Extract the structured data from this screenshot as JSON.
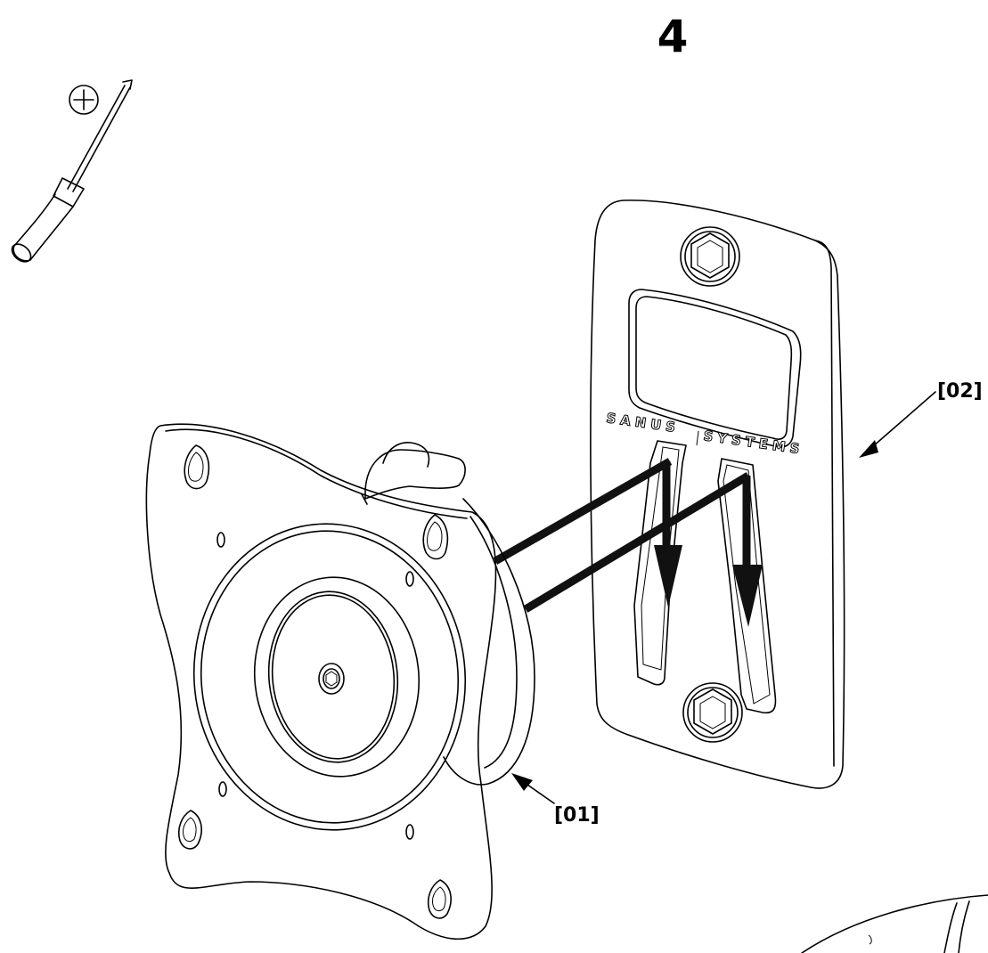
{
  "step": {
    "number": "4"
  },
  "brand": {
    "left": "SANUS",
    "right": "SYSTEMS"
  },
  "callouts": [
    {
      "id": "01",
      "label": "[01]"
    },
    {
      "id": "02",
      "label": "[02]"
    }
  ],
  "tool": {
    "icon": "phillips-screwdriver-icon",
    "tip_symbol": "phillips-head-icon"
  },
  "colors": {
    "line": "#000000",
    "background": "#ffffff"
  }
}
